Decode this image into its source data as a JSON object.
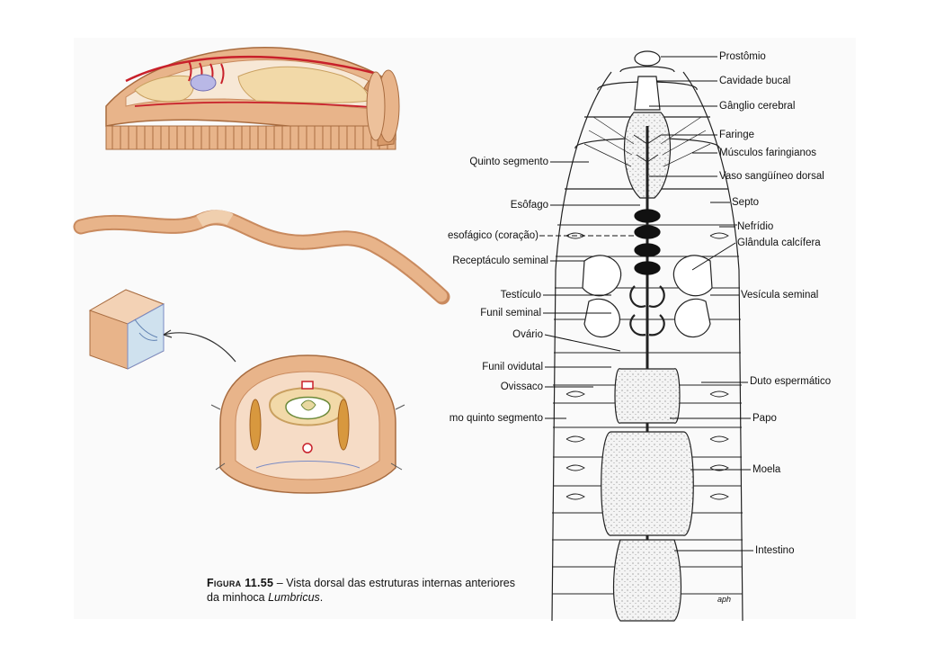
{
  "labels_right": [
    {
      "id": "prostomio",
      "text": "Prostômio"
    },
    {
      "id": "cavidade-bucal",
      "text": "Cavidade bucal"
    },
    {
      "id": "ganglio-cerebral",
      "text": "Gânglio cerebral"
    },
    {
      "id": "faringe",
      "text": "Faringe"
    },
    {
      "id": "musculos-faringianos",
      "text": "Músculos faringianos"
    },
    {
      "id": "vaso-sanguineo-dorsal",
      "text": "Vaso sangüíneo dorsal"
    },
    {
      "id": "septo",
      "text": "Septo"
    },
    {
      "id": "nefridio",
      "text": "Nefrídio"
    },
    {
      "id": "glandula-calcifera",
      "text": "Glândula calcífera"
    },
    {
      "id": "vesicula-seminal",
      "text": "Vesícula seminal"
    },
    {
      "id": "duto-espermatico",
      "text": "Duto espermático"
    },
    {
      "id": "papo",
      "text": "Papo"
    },
    {
      "id": "moela",
      "text": "Moela"
    },
    {
      "id": "intestino",
      "text": "Intestino"
    }
  ],
  "labels_left": [
    {
      "id": "quinto-segmento",
      "text": "Quinto segmento"
    },
    {
      "id": "esofago",
      "text": "Esôfago"
    },
    {
      "id": "esofagico-coracao",
      "text": "esofágico (coração)"
    },
    {
      "id": "receptaculo-seminal",
      "text": "Receptáculo seminal"
    },
    {
      "id": "testiculo",
      "text": "Testículo"
    },
    {
      "id": "funil-seminal",
      "text": "Funil seminal"
    },
    {
      "id": "ovario",
      "text": "Ovário"
    },
    {
      "id": "funil-ovidutal",
      "text": "Funil ovidutal"
    },
    {
      "id": "ovissaco",
      "text": "Ovissaco"
    },
    {
      "id": "mo-quinto-segmento",
      "text": "mo quinto segmento"
    }
  ],
  "caption": {
    "figure": "Figura 11.55",
    "text": " – Vista dorsal das estruturas internas anteriores da minhoca ",
    "species": "Lumbricus",
    "end": "."
  },
  "signature": "aph",
  "colors": {
    "worm": "#e8b48a",
    "worm_dark": "#c98a5e",
    "vessel": "#c8202a",
    "gut": "#f2d9a8",
    "nerve": "#7a8bc4"
  }
}
